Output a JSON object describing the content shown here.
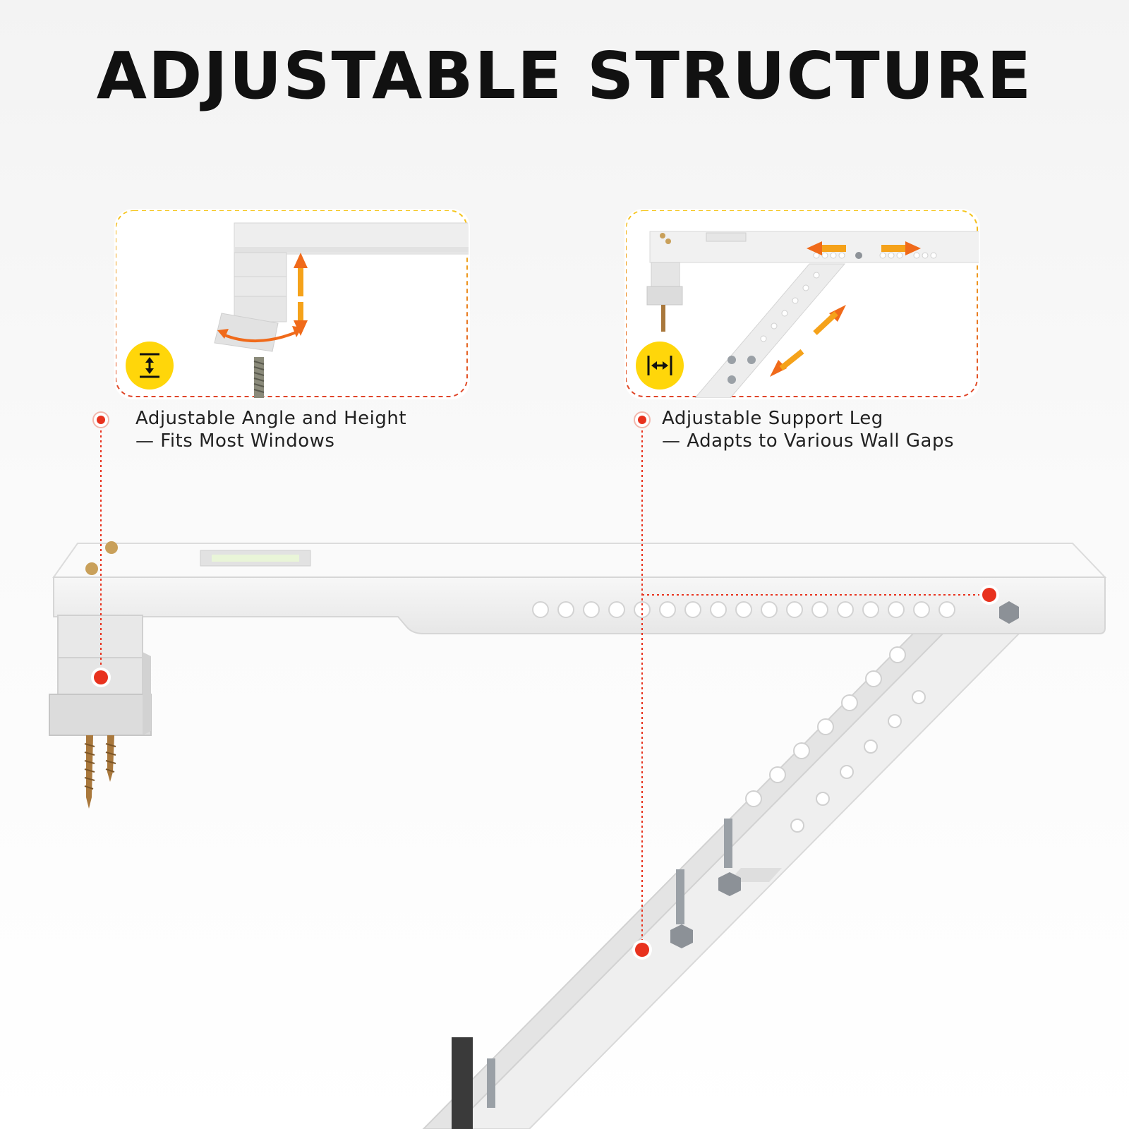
{
  "title": "ADJUSTABLE STRUCTURE",
  "features": [
    {
      "line1": "Adjustable Angle and Height",
      "line2": "— Fits Most Windows",
      "icon": "vertical-adjust-icon"
    },
    {
      "line1": "Adjustable Support Leg",
      "line2": "— Adapts to Various Wall Gaps",
      "icon": "horizontal-adjust-icon"
    }
  ],
  "colors": {
    "accent_yellow": "#ffd60a",
    "marker_red": "#e8321e",
    "arrow_orange": "#f06a1a",
    "bracket_white": "#f4f4f4",
    "text": "#111111"
  }
}
